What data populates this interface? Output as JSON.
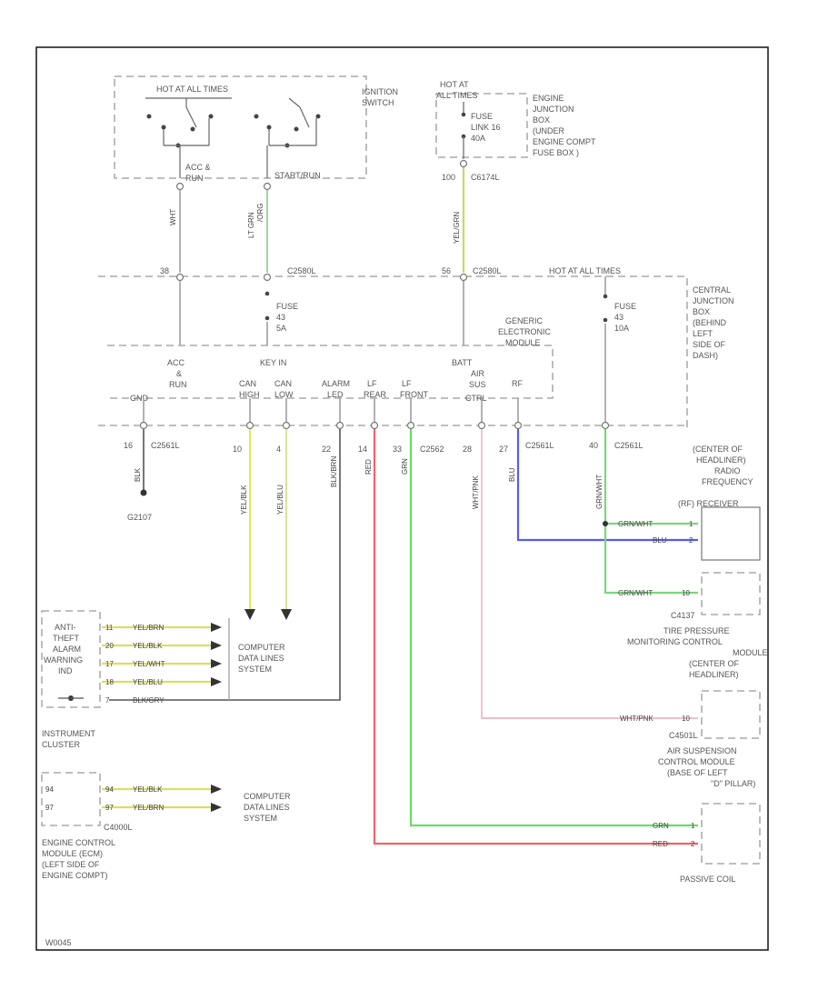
{
  "ignition": {
    "hot_label": "HOT AT ALL TIMES",
    "name": "IGNITION",
    "name2": "SWITCH",
    "acc_label": "ACC &",
    "acc_label2": "RUN",
    "start_label": "START/RUN"
  },
  "ejb": {
    "hot": "HOT AT",
    "hot2": "ALL TIMES",
    "fuse": "FUSE",
    "fuse2": "LINK 16",
    "fuse3": "40A",
    "name": [
      "ENGINE",
      "JUNCTION",
      "BOX",
      "(UNDER",
      "ENGINE COMPT",
      "FUSE BOX )"
    ],
    "pin": "100",
    "conn": "C6174L"
  },
  "cjb": {
    "fuse1": [
      "FUSE",
      "43",
      "5A"
    ],
    "fuse2": [
      "FUSE",
      "43",
      "10A"
    ],
    "hot": "HOT AT ALL TIMES",
    "conn_a": "C2580L",
    "conn_b": "C2580L",
    "pin_a": "38",
    "pin_b": "56",
    "name": [
      "CENTRAL",
      "JUNCTION",
      "BOX",
      "(BEHIND",
      "LEFT",
      "SIDE OF",
      "DASH)"
    ]
  },
  "gem": {
    "name": [
      "GENERIC",
      "ELECTRONIC",
      "MODULE"
    ],
    "pins": {
      "acc": [
        "ACC",
        "&",
        "RUN"
      ],
      "keyin": "KEY IN",
      "can1": "CAN",
      "can2": "CAN",
      "alarm": "ALARM",
      "lf": "LF",
      "lr": "LF",
      "batt": "BATT",
      "air": [
        "AIR",
        "SUS"
      ],
      "rf": "RF"
    },
    "sub": {
      "s1": "GND",
      "can1": "HIGH",
      "can2": "LOW",
      "alarm": "LED",
      "lf": "REAR",
      "lr": "FRONT",
      "air": "CTRL"
    },
    "pin_numbers": [
      "16",
      "10",
      "4",
      "22",
      "14",
      "33",
      "28",
      "27",
      "40"
    ],
    "conns": [
      "C2561L",
      "C2562",
      "C2561L",
      "C2561L"
    ]
  },
  "wires": {
    "w_acc": "WHT",
    "w_keyin": "LT GRN",
    "w_keyin2": "/ORG",
    "w_batt": "YEL/GRN",
    "w_gnd": "BLK",
    "w_can1": "YEL/BLK",
    "w_can2": "YEL/BLU",
    "w_alarm": "BLK/BRN",
    "w_lf": "RED",
    "w_lr": "GRN",
    "w_air": "WHT/PNK",
    "w_rf": "BLU",
    "w_40": "GRN/WHT"
  },
  "ground": "G2107",
  "ic": {
    "label": [
      "ANTI-",
      "THEFT",
      "ALARM",
      "WARNING",
      "IND"
    ],
    "name": [
      "INSTRUMENT",
      "CLUSTER"
    ],
    "pins": [
      "11",
      "20",
      "17",
      "18",
      "7"
    ],
    "wires": [
      "YEL/BRN",
      "YEL/BLK",
      "YEL/WHT",
      "YEL/BLU",
      "BLK/GRY"
    ],
    "cds": [
      "COMPUTER",
      "DATA LINES",
      "SYSTEM"
    ]
  },
  "ecm": {
    "pins": [
      "94",
      "97"
    ],
    "wires": [
      "YEL/BLK",
      "YEL/BRN"
    ],
    "conn": "C4000L",
    "name": [
      "ENGINE CONTROL",
      "MODULE (ECM)",
      "(LEFT SIDE OF",
      "ENGINE COMPT)"
    ],
    "cds": [
      "COMPUTER",
      "DATA LINES",
      "SYSTEM"
    ]
  },
  "rf_module": {
    "name": [
      "(CENTER OF",
      "HEADLINER)",
      "RADIO",
      "FREQUENCY",
      "(RF) RECEIVER"
    ],
    "wires": [
      "GRN/WHT",
      "BLU"
    ],
    "pins": [
      "1",
      "2"
    ]
  },
  "tpms": {
    "wire": "GRN/WHT",
    "pin": "10",
    "conn": "C4137",
    "name": [
      "TIRE PRESSURE",
      "MONITORING CONTROL",
      "MODULE",
      "(CENTER OF",
      "HEADLINER)"
    ]
  },
  "air_mod": {
    "wire": "WHT/PNK",
    "pin": "10",
    "conn": "C4501L",
    "name": [
      "AIR SUSPENSION",
      "CONTROL MODULE",
      "(BASE OF LEFT",
      "\"D\" PILLAR)"
    ]
  },
  "passive": {
    "wires": [
      "GRN",
      "RED"
    ],
    "pins": [
      "1",
      "2"
    ],
    "name": "PASSIVE COIL"
  },
  "footer": "W0045"
}
